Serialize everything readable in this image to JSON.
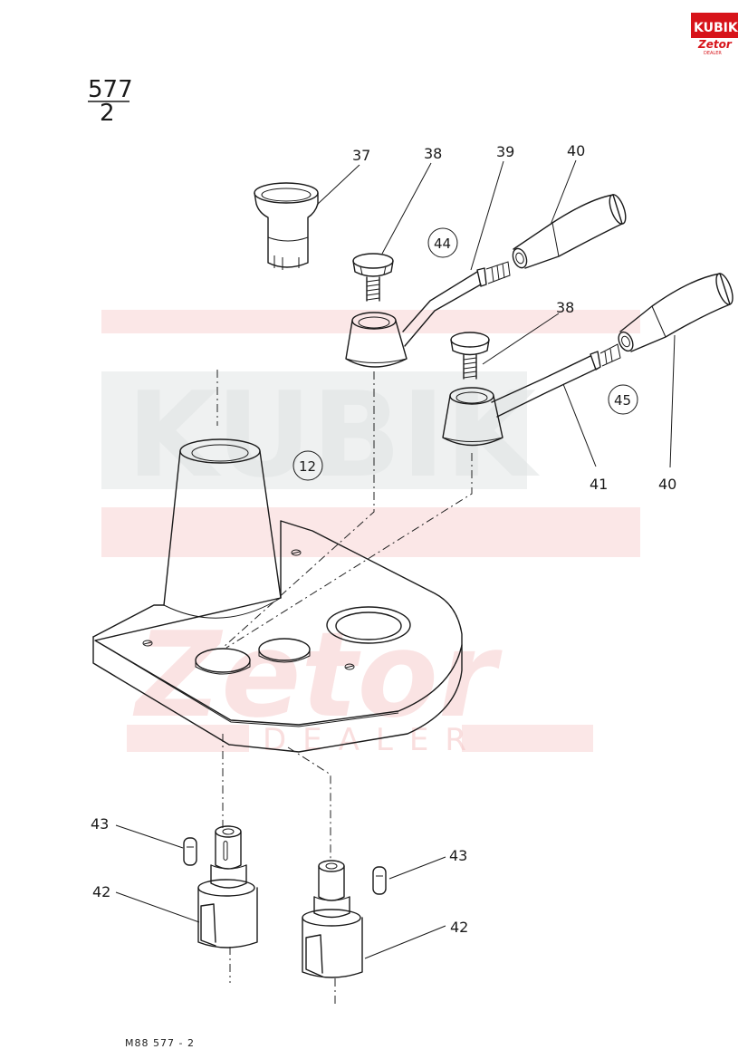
{
  "sheet": {
    "number_top": "577",
    "number_bottom": "2"
  },
  "footer": {
    "code": "M88 577 - 2"
  },
  "logo": {
    "brand": "KUBIK",
    "sub": "Zetor",
    "tag": "DEALER"
  },
  "watermark": {
    "brand": "KUBIK",
    "sub": "Zetor",
    "tag": "DEALER"
  },
  "callouts": {
    "p37": "37",
    "p38a": "38",
    "p38b": "38",
    "p39": "39",
    "p40a": "40",
    "p40b": "40",
    "p41": "41",
    "p42a": "42",
    "p42b": "42",
    "p43a": "43",
    "p43b": "43"
  },
  "circled": {
    "c12": "12",
    "c44": "44",
    "c45": "45"
  },
  "colors": {
    "ink": "#1a1a1a",
    "brand_red": "#d7141a",
    "watermark_red": "#f6c9c9"
  }
}
